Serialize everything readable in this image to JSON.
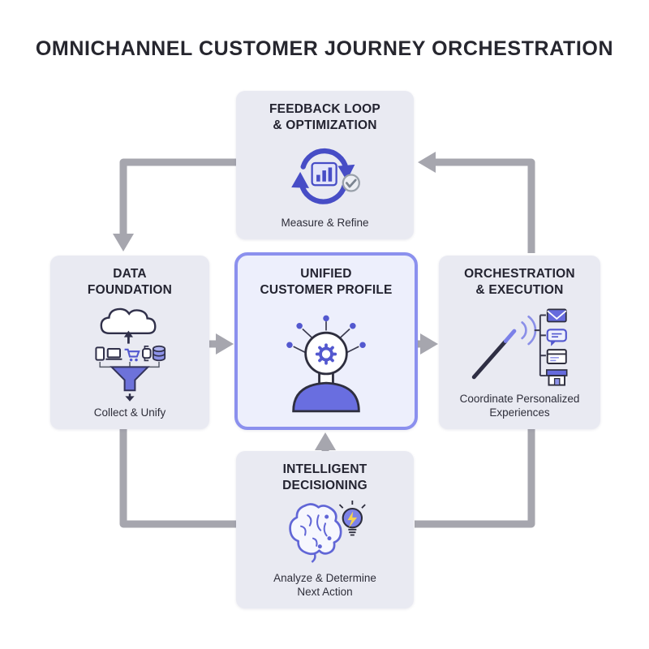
{
  "page": {
    "title": "OMNICHANNEL CUSTOMER JOURNEY ORCHESTRATION"
  },
  "nodes": {
    "feedback": {
      "title": "FEEDBACK LOOP\n& OPTIMIZATION",
      "caption": "Measure & Refine"
    },
    "data_foundation": {
      "title": "DATA\nFOUNDATION",
      "caption": "Collect & Unify"
    },
    "unified_profile": {
      "title": "UNIFIED\nCUSTOMER PROFILE"
    },
    "orchestration": {
      "title": "ORCHESTRATION\n& EXECUTION",
      "caption": "Coordinate Personalized\nExperiences"
    },
    "decisioning": {
      "title": "INTELLIGENT\nDECISIONING",
      "caption": "Analyze & Determine\nNext Action"
    }
  },
  "icons": {
    "feedback": "cycle-arrows-chart-check-icon",
    "data_foundation": "cloud-devices-funnel-icon",
    "unified_profile": "person-head-gear-icon",
    "orchestration": "magic-wand-channels-icon",
    "decisioning": "brain-lightbulb-icon"
  },
  "flows": [
    {
      "from": "feedback",
      "to": "data_foundation"
    },
    {
      "from": "data_foundation",
      "to": "unified_profile"
    },
    {
      "from": "unified_profile",
      "to": "orchestration"
    },
    {
      "from": "orchestration",
      "to": "feedback"
    },
    {
      "from": "decisioning",
      "to": "unified_profile"
    },
    {
      "from": "data_foundation",
      "to": "decisioning"
    },
    {
      "from": "orchestration",
      "to": "decisioning"
    }
  ],
  "colors": {
    "background": "#ffffff",
    "box_fill": "#e9eaf2",
    "center_box_fill": "#edeffc",
    "center_box_border": "#8b90ee",
    "accent_purple": "#5358cf",
    "icon_outline": "#2e2e3e",
    "arrow_gray": "#a6a6ae",
    "text_dark": "#26262e"
  }
}
